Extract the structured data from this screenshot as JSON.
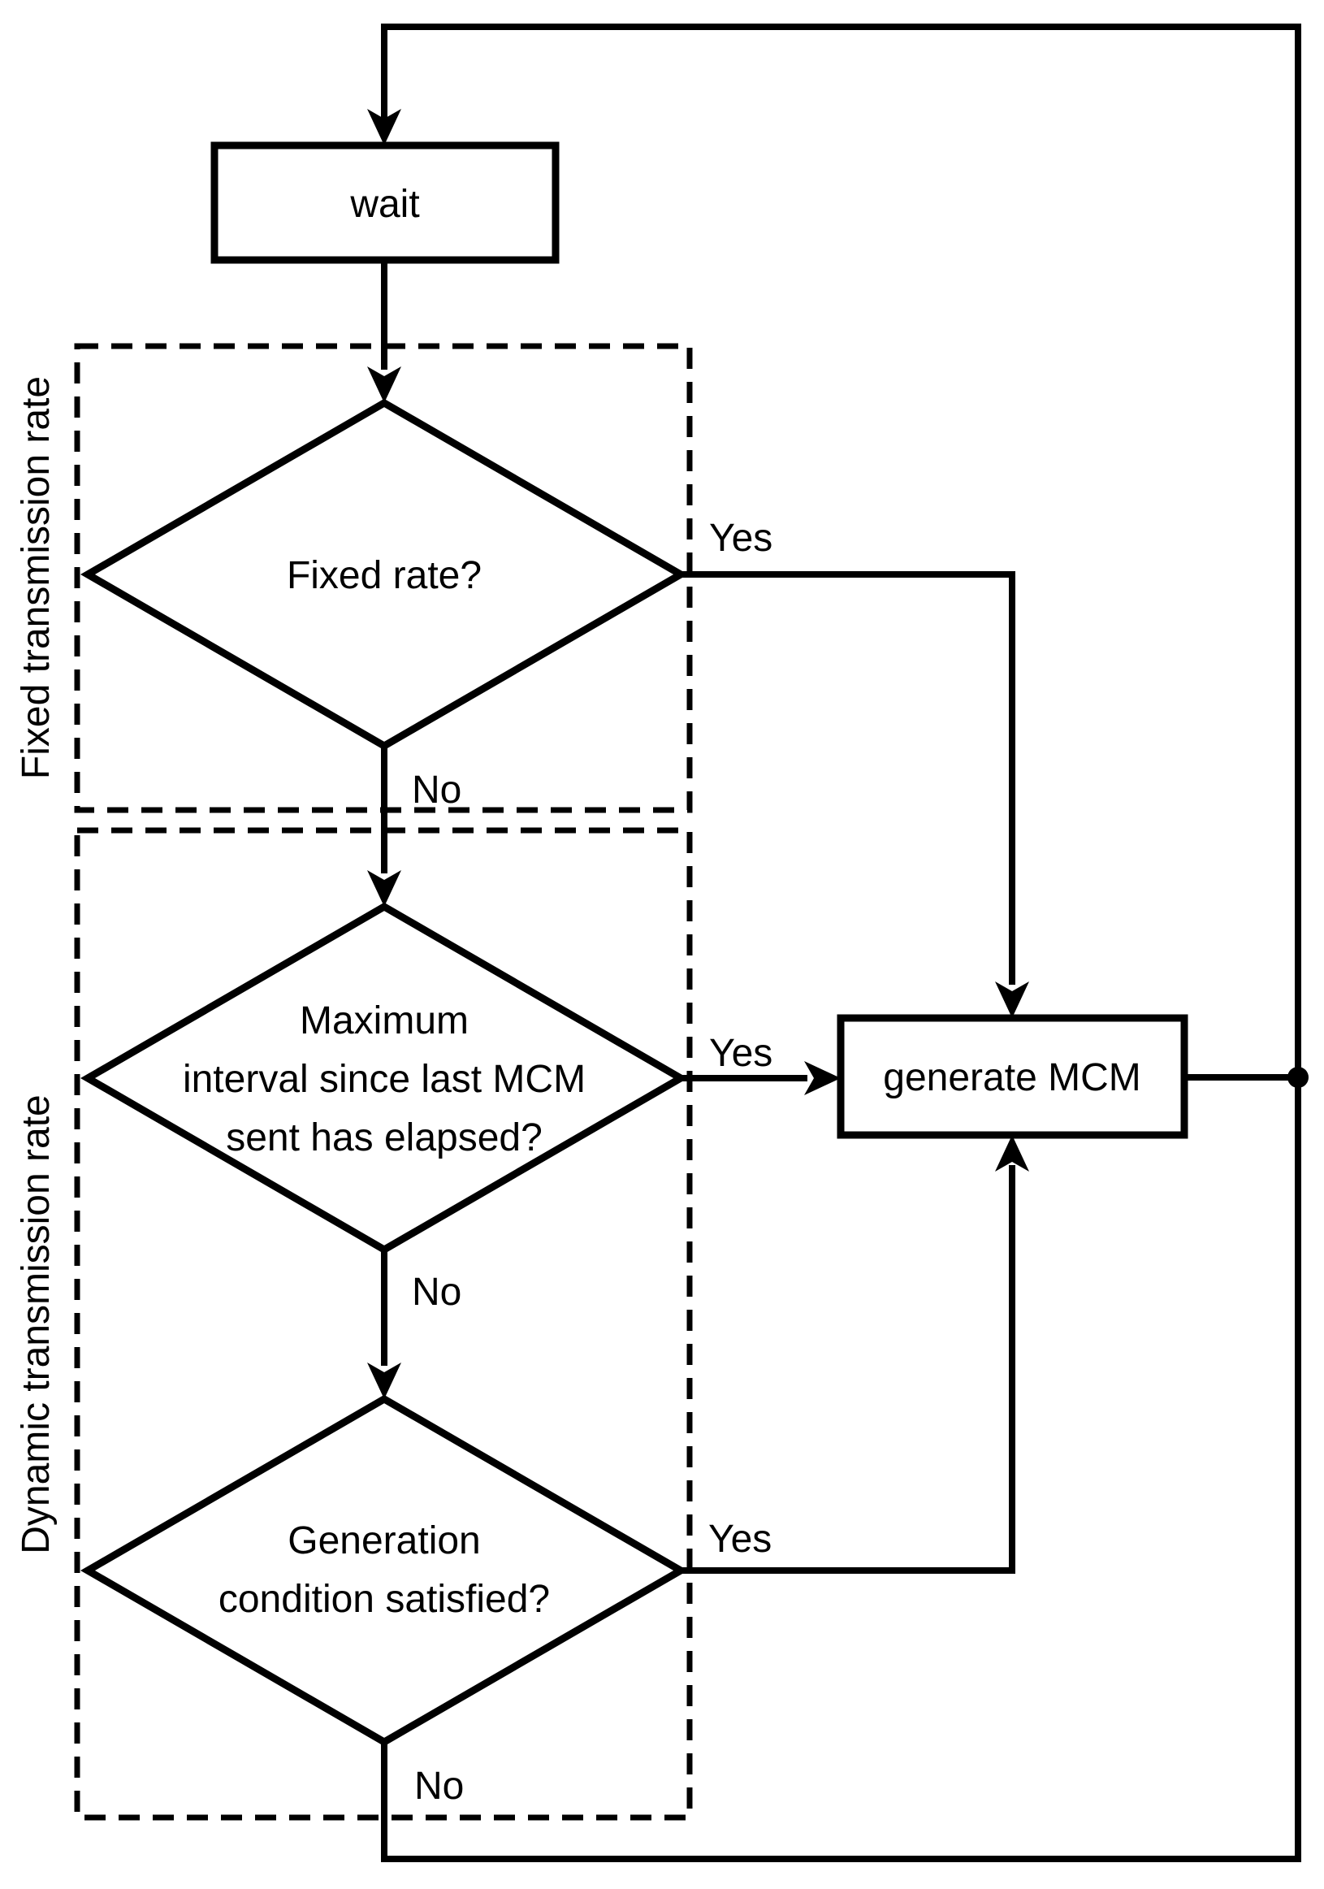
{
  "diagram": {
    "colors": {
      "stroke": "#000000",
      "background": "#ffffff"
    },
    "groups": {
      "fixed": {
        "label": "Fixed transmission rate"
      },
      "dynamic": {
        "label": "Dynamic transmission rate"
      }
    },
    "nodes": {
      "wait": {
        "label": "wait"
      },
      "fixed_rate": {
        "label": "Fixed rate?"
      },
      "max_interval": {
        "line1": "Maximum",
        "line2": "interval since last MCM",
        "line3": "sent has elapsed?"
      },
      "generation_condition": {
        "line1": "Generation",
        "line2": "condition satisfied?"
      },
      "generate_mcm": {
        "label": "generate MCM"
      }
    },
    "edge_labels": {
      "fixed_yes": "Yes",
      "fixed_no": "No",
      "interval_yes": "Yes",
      "interval_no": "No",
      "generation_yes": "Yes",
      "generation_no": "No"
    }
  }
}
